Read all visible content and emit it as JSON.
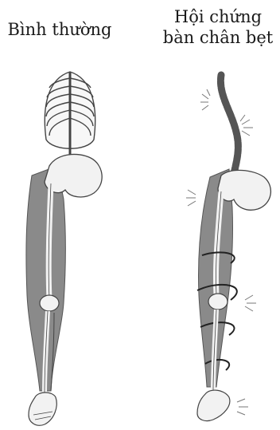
{
  "labels": {
    "normal": "Bình thường",
    "flatfoot_line1": "Hội chứng",
    "flatfoot_line2": "bàn chân bẹt"
  },
  "colors": {
    "muscle": "#8a8a8a",
    "muscle_dark": "#6e6e6e",
    "bone": "#f2f2f2",
    "bone_stroke": "#444444",
    "arrow": "#222222",
    "pain_burst": "#777777"
  },
  "figures": [
    {
      "id": "normal",
      "caption_key": "labels.normal"
    },
    {
      "id": "flatfoot",
      "caption_key": "labels.flatfoot_line1"
    }
  ]
}
